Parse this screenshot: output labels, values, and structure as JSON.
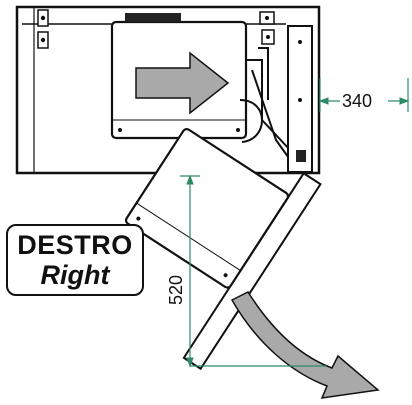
{
  "label": {
    "main": "DESTRO",
    "sub": "Right"
  },
  "dimensions": {
    "width": "340",
    "depth": "520"
  },
  "colors": {
    "line": "#111111",
    "dimension": "#2e8b66",
    "arrow_fill": "#a9a9a9",
    "panel": "#ffffff"
  }
}
